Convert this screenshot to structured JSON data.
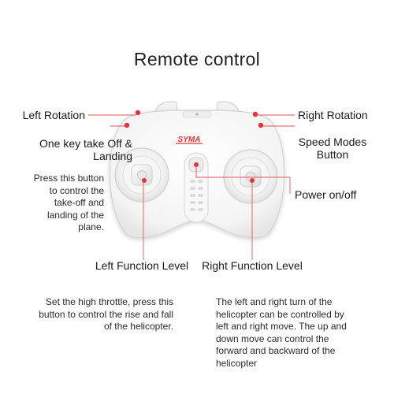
{
  "title": "Remote control",
  "brand_logo": "SYMA",
  "labels": {
    "left_rotation": "Left Rotation",
    "right_rotation": "Right Rotation",
    "takeoff_landing": "One key take Off & Landing",
    "speed_modes": "Speed Modes Button",
    "power": "Power on/off",
    "left_function": "Left Function Level",
    "right_function": "Right Function Level"
  },
  "descriptions": {
    "takeoff": "Press this button to control the take-off and landing of the plane.",
    "left_function": "Set the high throttle, press this button to control the rise and fall of the helicopter.",
    "right_function": "The left and right turn of the helicopter can be controlled by left and right move. The up and down move can control the forward and backward of the helicopter"
  },
  "colors": {
    "accent_red": "#e8313a",
    "leader_line": "#e05560",
    "body": "#f7f7f7",
    "outline": "#cfcfcf"
  }
}
